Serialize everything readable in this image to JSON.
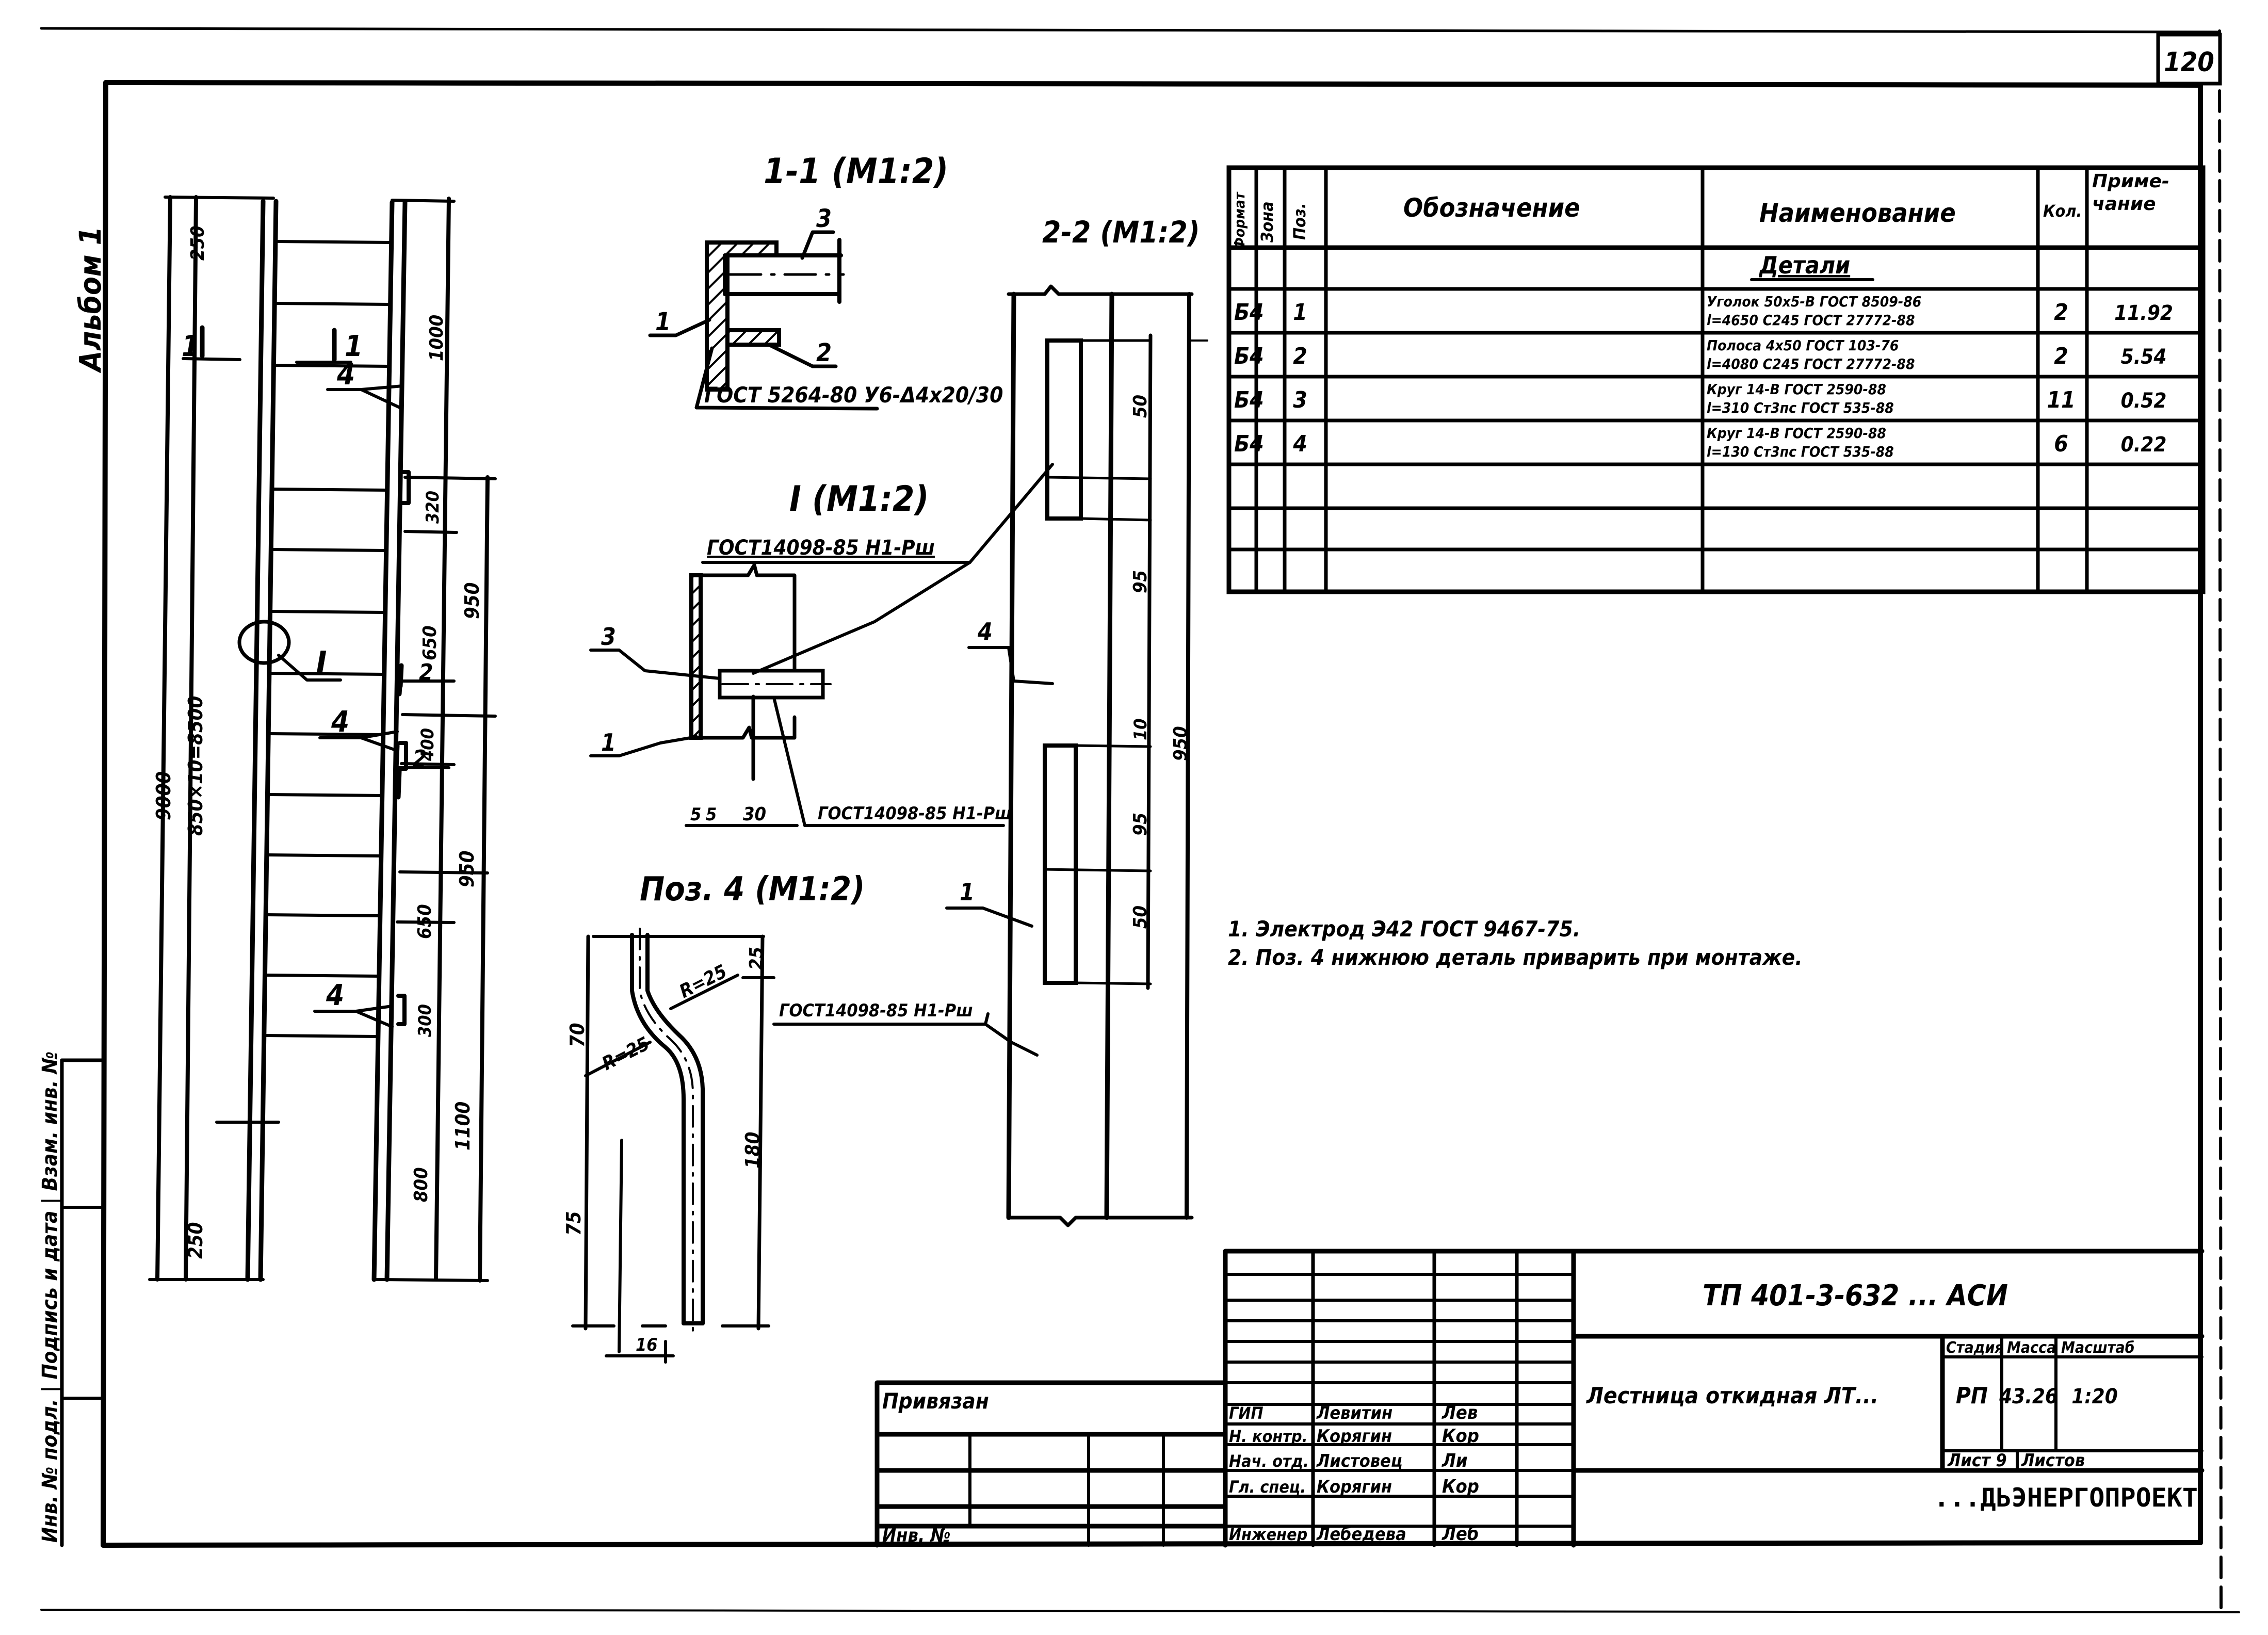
{
  "sheet": {
    "sheet_number": "120",
    "album_label": "Альбом 1",
    "side_stamp": "Инв. № подл. | Подпись и дата | Взам. инв. №"
  },
  "ladder_view": {
    "section_mark_1": "1",
    "section_mark_2": "2",
    "callout_node": "I",
    "position_labels": [
      "4",
      "4",
      "4"
    ],
    "left_dims": [
      "250",
      "850×10=8500",
      "9000",
      "250"
    ],
    "right_dims": [
      "1000",
      "320",
      "650",
      "950",
      "400",
      "650",
      "950",
      "300",
      "800",
      "1100"
    ]
  },
  "section_1_1": {
    "title": "1-1 (М1:2)",
    "labels": [
      "1",
      "2",
      "3"
    ],
    "weld_note": "ГОСТ 5264-80 У6-Δ4х20/30"
  },
  "node_I": {
    "title": "I (М1:2)",
    "labels": [
      "3",
      "1"
    ],
    "weld_note_top": "ГОСТ14098-85 Н1-Рш",
    "weld_note_bottom": "ГОСТ14098-85 Н1-Рш",
    "dims": [
      "5",
      "5",
      "30"
    ]
  },
  "pos_4": {
    "title": "Поз. 4 (М1:2)",
    "radius_labels": [
      "R=25",
      "R=25"
    ],
    "dims": [
      "70",
      "75",
      "25",
      "180",
      "16"
    ],
    "weld_note": "ГОСТ14098-85 Н1-Рш"
  },
  "section_2_2": {
    "title": "2-2 (М1:2)",
    "labels": [
      "4",
      "1"
    ],
    "dims": [
      "50",
      "95",
      "10",
      "95",
      "50",
      "950"
    ]
  },
  "spec_table": {
    "headers": [
      "Формат",
      "Зона",
      "Поз.",
      "Обозначение",
      "Наименование",
      "Кол.",
      "Приме-чание"
    ],
    "group_title": "Детали",
    "rows": [
      {
        "format": "Б4",
        "zone": "",
        "pos": "1",
        "designation": "",
        "name_line1": "Уголок 50х5-В ГОСТ 8509-86",
        "name_line2": "l=4650 С245 ГОСТ 27772-88",
        "qty": "2",
        "note": "11.92"
      },
      {
        "format": "Б4",
        "zone": "",
        "pos": "2",
        "designation": "",
        "name_line1": "Полоса 4х50 ГОСТ 103-76",
        "name_line2": "l=4080 С245 ГОСТ 27772-88",
        "qty": "2",
        "note": "5.54"
      },
      {
        "format": "Б4",
        "zone": "",
        "pos": "3",
        "designation": "",
        "name_line1": "Круг 14-В ГОСТ 2590-88",
        "name_line2": "l=310 Ст3пс ГОСТ 535-88",
        "qty": "11",
        "note": "0.52"
      },
      {
        "format": "Б4",
        "zone": "",
        "pos": "4",
        "designation": "",
        "name_line1": "Круг 14-В ГОСТ 2590-88",
        "name_line2": "l=130 Ст3пс ГОСТ 535-88",
        "qty": "6",
        "note": "0.22"
      }
    ],
    "empty_rows": 3
  },
  "notes": [
    "1. Электрод Э42 ГОСТ 9467-75.",
    "2. Поз. 4 нижнюю деталь приварить при монтаже."
  ],
  "title_block": {
    "doc_code": "ТП 401-3-632 ... АСИ",
    "drawing_title": "Лестница откидная ЛТ...",
    "stage_label": "Стадия",
    "mass_label": "Масса",
    "scale_label": "Масштаб",
    "stage_value": "РП",
    "mass_value": "43.26",
    "scale_value": "1:20",
    "sheet_label": "Лист 9",
    "sheets_label": "Листов",
    "organization": "...ДЬЭНЕРГОПРОЕКТ",
    "bound_label": "Привязан",
    "inv_label": "Инв. №",
    "roles": [
      {
        "role": "ГИП",
        "name": "Левитин",
        "signature": "Лев"
      },
      {
        "role": "Н. контр.",
        "name": "Корягин",
        "signature": "Кор"
      },
      {
        "role": "Нач. отд.",
        "name": "Листовец",
        "signature": "Ли"
      },
      {
        "role": "Гл. спец.",
        "name": "Корягин",
        "signature": "Кор"
      },
      {
        "role": "Инженер",
        "name": "Лебедева",
        "signature": "Леб"
      }
    ]
  }
}
